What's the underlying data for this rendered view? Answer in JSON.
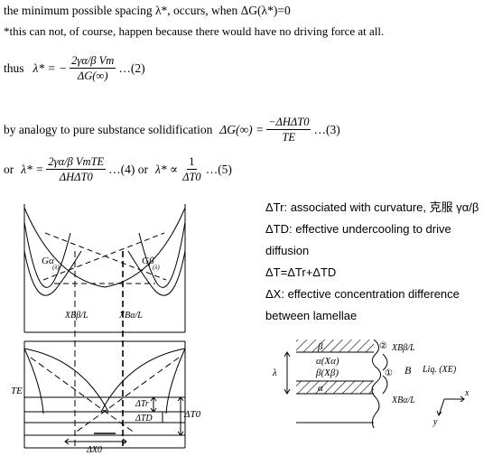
{
  "text": {
    "line1": "the minimum possible spacing λ*, occurs, when ΔG(λ*)=0",
    "footnote": "*this can not, of course, happen because there would have no driving force at all.",
    "thus": "thus",
    "eq2_lhs": "λ* = −",
    "eq2_num": "2γα/β Vm",
    "eq2_den": "ΔG(∞)",
    "eq2_tag": "…(2)",
    "analogy": "by analogy to pure substance solidification",
    "eq3_lhs": "ΔG(∞) =",
    "eq3_num": "−ΔHΔT0",
    "eq3_den": "TE",
    "eq3_tag": "…(3)",
    "or1": "or",
    "eq4_lhs": "λ* =",
    "eq4_num": "2γα/β VmTE",
    "eq4_den": "ΔHΔT0",
    "eq4_tag": "…(4) or",
    "eq5_lhs": "λ* ∝",
    "eq5_num": "1",
    "eq5_den": "ΔT0",
    "eq5_tag": "…(5)"
  },
  "notes": {
    "dtr": "ΔTr: associated with curvature, 克服 γα/β",
    "dtd1": "ΔTD: effective undercooling to drive",
    "dtd2": "diffusion",
    "dt": "ΔT=ΔTr+ΔTD",
    "dx1": "ΔX: effective concentration difference",
    "dx2": "between lamellae"
  },
  "diagram": {
    "g_alpha": "Gα",
    "g_alpha_sub": "(λ)",
    "g_beta": "Gβ",
    "g_beta_sub": "(λ)",
    "xb_bl": "XBβ/L",
    "xb_al": "XBα/L",
    "te": "TE",
    "dtr": "ΔTr",
    "dtd": "ΔTD",
    "dt0": "ΔT0",
    "dx0": "ΔX0"
  },
  "lamellae": {
    "beta": "β",
    "alpha_x": "α(Xα)",
    "beta_x": "β(Xβ)",
    "alpha": "α",
    "lambda": "λ",
    "b": "B",
    "liq": "Liq. (XE)",
    "xb_bl": "XBβ/L",
    "xb_al": "XBα/L",
    "c1": "①",
    "c2": "②",
    "x": "x",
    "y": "y"
  }
}
